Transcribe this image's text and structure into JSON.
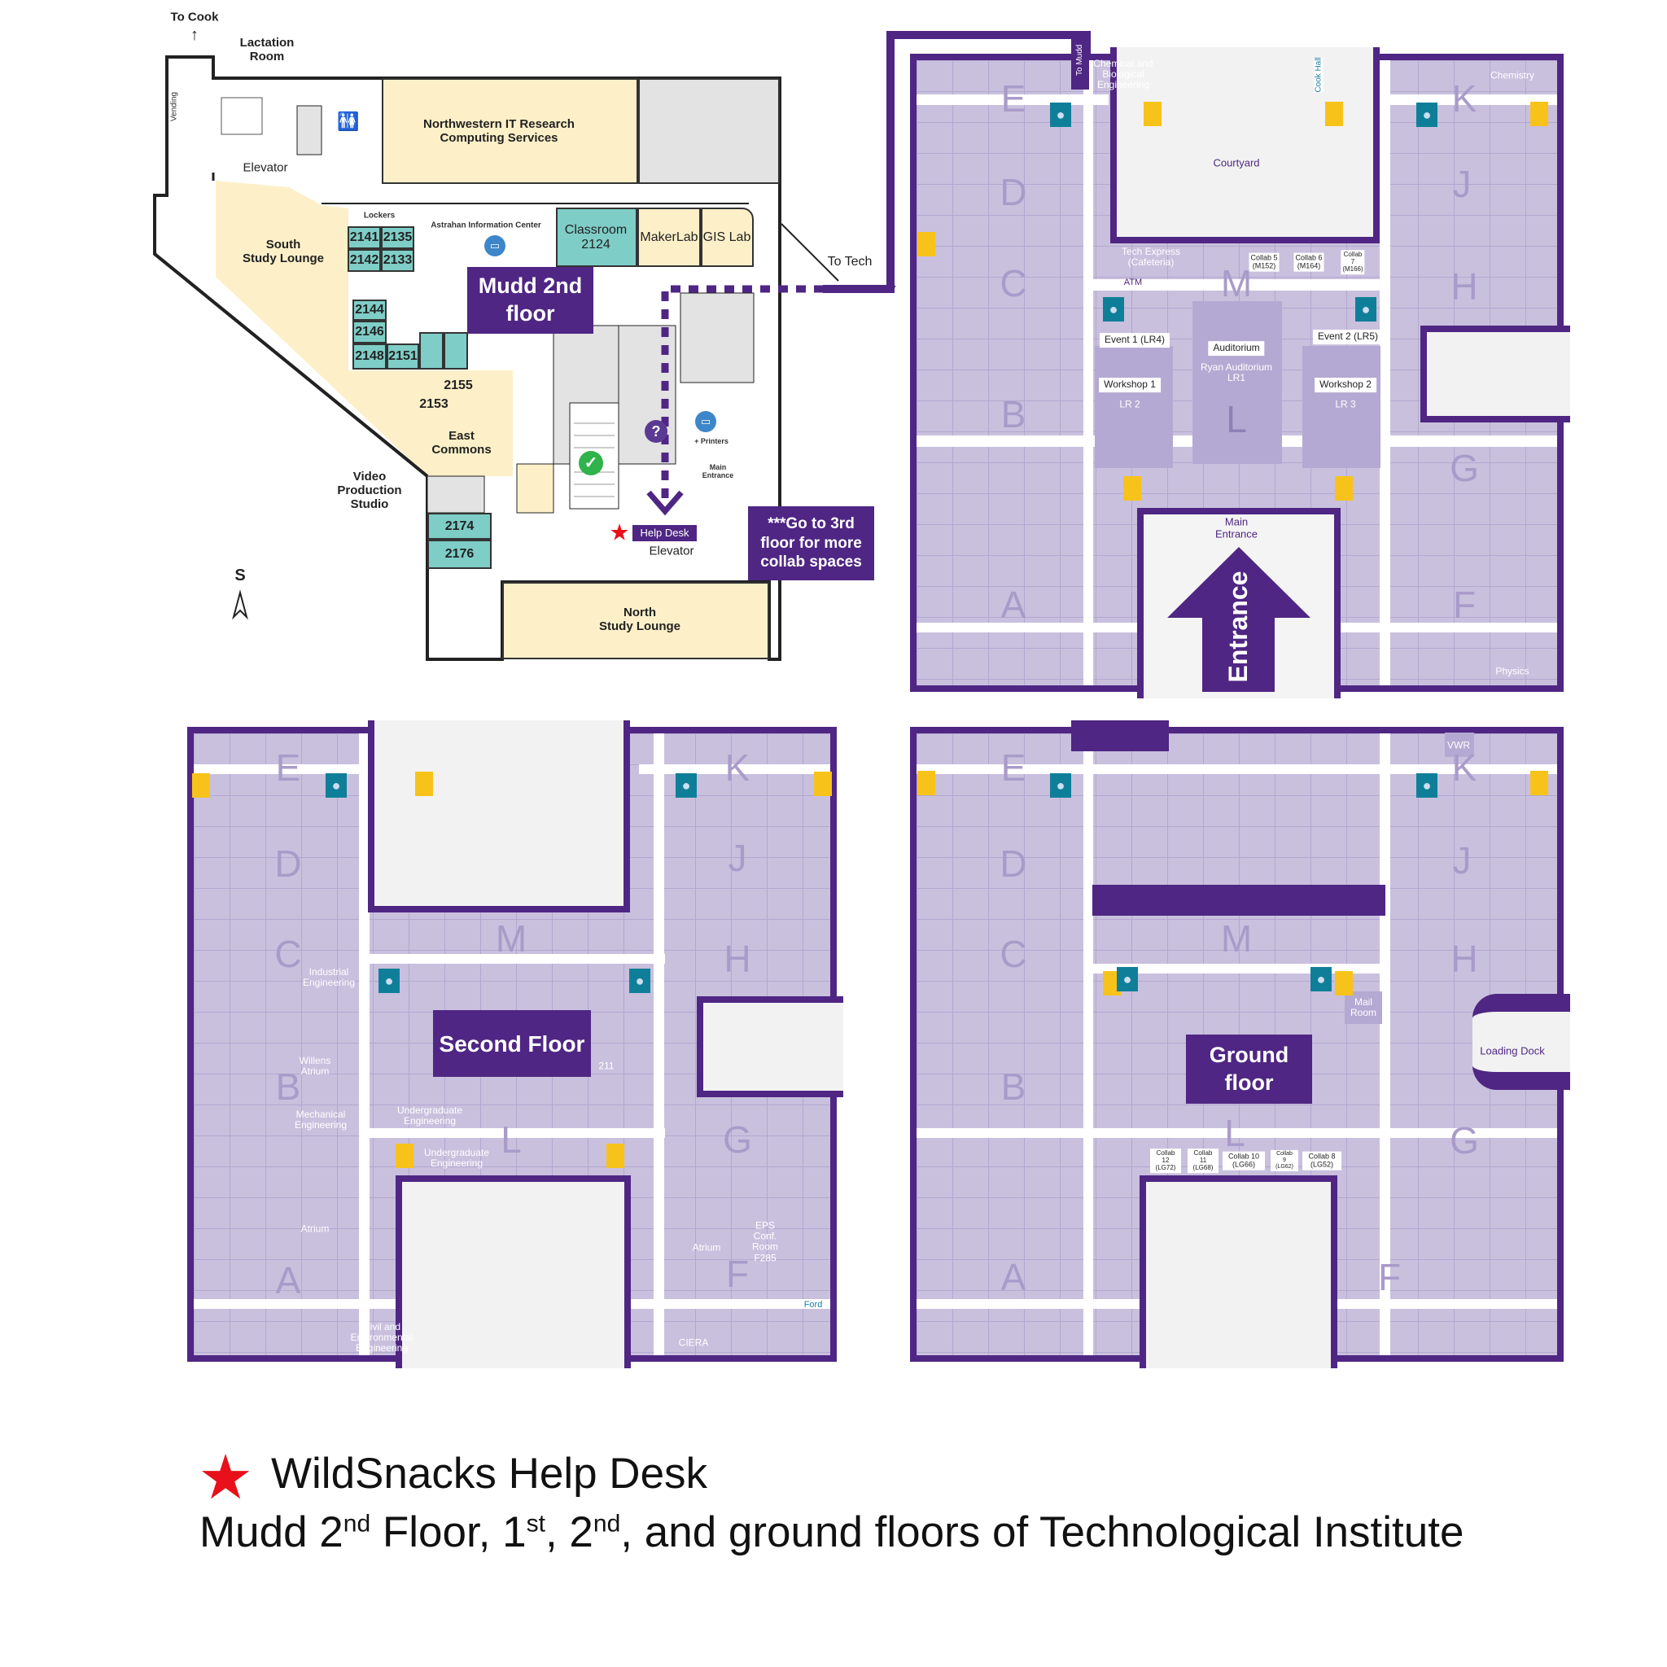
{
  "mudd": {
    "to_cook": "To Cook",
    "lactation_room": "Lactation\nRoom",
    "vending": "Vending",
    "elevator_top": "Elevator",
    "nu_it": "Northwestern IT Research\nComputing Services",
    "lockers": "Lockers",
    "astrahan": "Astrahan Information Center",
    "classroom": "Classroom\n2124",
    "makerlab": "MakerLab",
    "gislab": "GIS Lab",
    "to_tech": "To Tech",
    "south_lounge": "South\nStudy Lounge",
    "rooms": [
      "2141",
      "2135",
      "2142",
      "2133",
      "2144",
      "2146",
      "2148",
      "2151",
      "2155",
      "2153",
      "2174",
      "2176"
    ],
    "title": "Mudd 2nd\nfloor",
    "east_commons": "East\nCommons",
    "video_studio": "Video\nProduction\nStudio",
    "printers": "+ Printers",
    "main_entrance": "Main\nEntrance",
    "help_desk": "Help Desk",
    "elevator_bottom": "Elevator",
    "third_floor_note": "***Go to 3rd\nfloor for more\ncollab spaces",
    "north_lounge": "North\nStudy Lounge",
    "compass": "S"
  },
  "tech_first": {
    "wings": {
      "E": "E",
      "D": "D",
      "C": "C",
      "B": "B",
      "A": "A",
      "K": "K",
      "J": "J",
      "H": "H",
      "G": "G",
      "F": "F",
      "M": "M",
      "L": "L"
    },
    "to_mudd": "To Mudd",
    "chem_bio": "Chemical and\nBiological\nEngineering",
    "chemistry": "Chemistry",
    "cook_hall": "Cook Hall",
    "courtyard": "Courtyard",
    "tech_express": "Tech Express\n(Cafeteria)",
    "atm": "ATM",
    "collab5": "Collab 5\n(M152)",
    "collab6": "Collab 6\n(M164)",
    "collab7": "Collab\n7\n(M166)",
    "event1": "Event 1 (LR4)",
    "auditorium": "Auditorium",
    "ryan": "Ryan Auditorium\nLR1",
    "event2": "Event 2 (LR5)",
    "workshop1": "Workshop 1",
    "lr2": "LR 2",
    "workshop2": "Workshop 2",
    "lr3": "LR 3",
    "main_entrance": "Main\nEntrance",
    "entrance": "Entrance",
    "physics": "Physics"
  },
  "tech_second": {
    "title": "Second Floor",
    "industrial": "Industrial\nEngineering",
    "willens": "Willens\nAtrium",
    "mechanical": "Mechanical\nEngineering",
    "undergrad1": "Undergraduate\nEngineering",
    "undergrad2": "Undergraduate\nEngineering",
    "atrium_a": "Atrium",
    "civil": "Civil and\nEnvironmental\nEngineering",
    "eps": "EPS\nConf.\nRoom\nF285",
    "atrium_f": "Atrium",
    "ciera": "CIERA",
    "ford": "Ford",
    "room211": "211"
  },
  "tech_ground": {
    "title": "Ground\nfloor",
    "vwr": "VWR",
    "mail_room": "Mail\nRoom",
    "loading_dock": "Loading Dock",
    "collabs": [
      "Collab\n12\n(LG72)",
      "Collab\n11\n(LG68)",
      "Collab 10\n(LG66)",
      "Collab\n9\n(LG62)",
      "Collab 8\n(LG52)"
    ]
  },
  "caption": {
    "line1": "WildSnacks Help Desk",
    "l2a": "Mudd 2",
    "l2b": "nd",
    "l2c": " Floor, 1",
    "l2d": "st",
    "l2e": ", 2",
    "l2f": "nd",
    "l2g": ", and ground floors of Technological Institute"
  },
  "colors": {
    "purple": "#4f2683",
    "star": "#e8101a",
    "stairs": "#f7c31b",
    "restroom": "#0f7f99"
  }
}
